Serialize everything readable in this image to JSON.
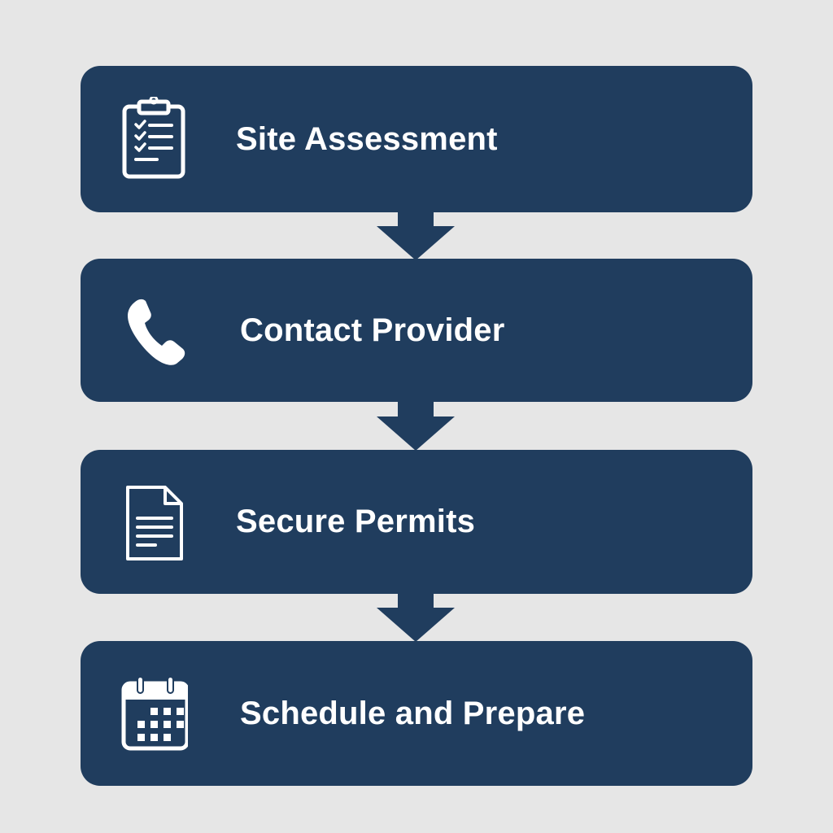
{
  "diagram": {
    "type": "vertical-process-flow",
    "colors": {
      "background": "#e6e6e6",
      "box": "#203d5e",
      "text": "#ffffff",
      "icon": "#ffffff"
    },
    "steps": [
      {
        "label": "Site Assessment",
        "icon": "clipboard-checklist-icon"
      },
      {
        "label": "Contact Provider",
        "icon": "phone-icon"
      },
      {
        "label": "Secure Permits",
        "icon": "document-icon"
      },
      {
        "label": "Schedule and Prepare",
        "icon": "calendar-icon"
      }
    ],
    "connectors": [
      {
        "from": "Site Assessment",
        "to": "Contact Provider",
        "icon": "down-arrow-icon"
      },
      {
        "from": "Contact Provider",
        "to": "Secure Permits",
        "icon": "down-arrow-icon"
      },
      {
        "from": "Secure Permits",
        "to": "Schedule and Prepare",
        "icon": "down-arrow-icon"
      }
    ]
  }
}
